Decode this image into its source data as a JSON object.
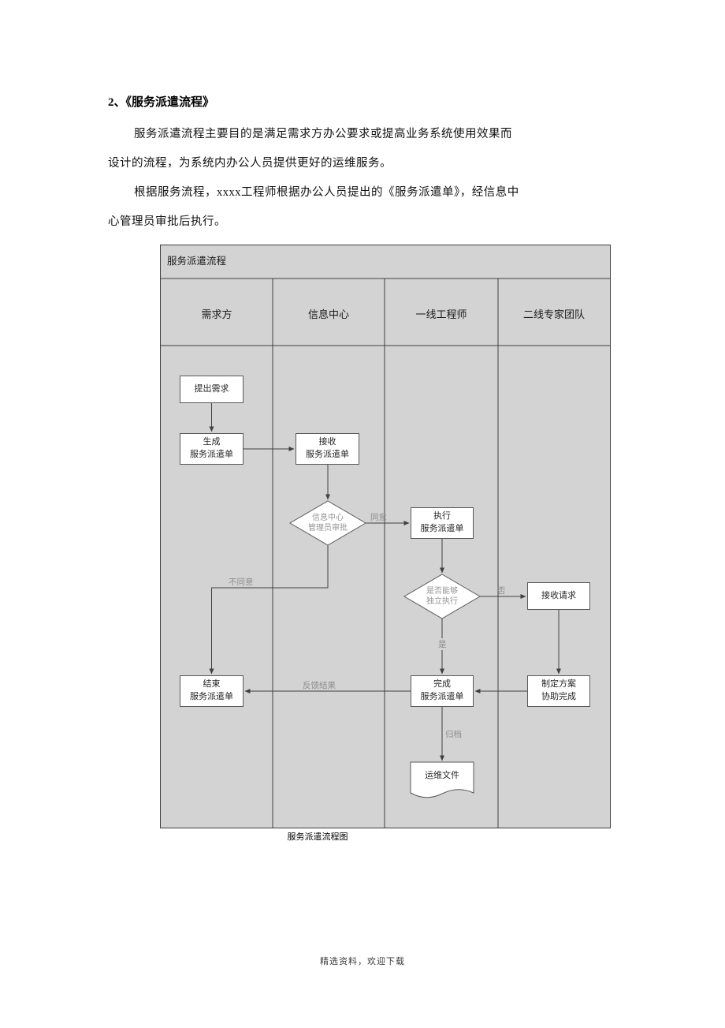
{
  "doc": {
    "heading": "2、《服务派遣流程》",
    "para1": [
      "服务派遣流程主要目的是满足需求方办公要求或提高业务系统使用效果而",
      "设计的流程，为系统内办公人员提供更好的运维服务。"
    ],
    "para2": [
      "根据服务流程，xxxx工程师根据办公人员提出的《服务派遣单》，经信息中",
      "心管理员审批后执行。"
    ],
    "caption": "服务派遣流程图",
    "footer": "精选资料，欢迎下载"
  },
  "flowchart": {
    "title": "服务派遣流程",
    "lanes": {
      "lane1": "需求方",
      "lane2": "信息中心",
      "lane3": "一线工程师",
      "lane4": "二线专家团队"
    },
    "nodes": {
      "raise_request": "提出需求",
      "generate_order": "生成\n服务派遣单",
      "receive_order": "接收\n服务派遣单",
      "admin_approve": "信息中心\n管理员审批",
      "execute_order": "执行\n服务派遣单",
      "can_execute": "是否能够\n独立执行",
      "receive_request": "接收请求",
      "complete_order": "完成\n服务派遣单",
      "make_plan": "制定方案\n协助完成",
      "end_order": "结束\n服务派遣单",
      "ops_file": "运维文件"
    },
    "labels": {
      "agree": "同意",
      "disagree": "不同意",
      "no": "否",
      "yes": "是",
      "feedback": "反馈结果",
      "archive": "归档"
    },
    "colors": {
      "lane_bg": "#d3d3d3",
      "node_bg": "#ffffff",
      "line": "#404040",
      "gray_text": "#949494"
    }
  }
}
